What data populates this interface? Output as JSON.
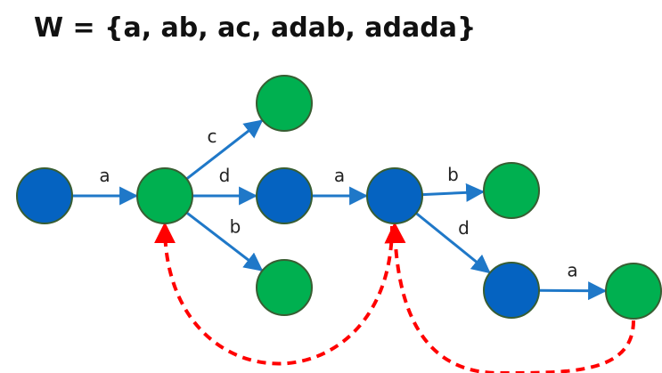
{
  "title": "W = {a, ab, ac, adab, adada}",
  "colors": {
    "blue_node": "#0563c1",
    "green_node": "#00b050",
    "node_border": "#385d32",
    "edge": "#1f78c8",
    "failure_link": "#ff0000"
  },
  "nodes": [
    {
      "id": "root",
      "type": "blue"
    },
    {
      "id": "a",
      "type": "green"
    },
    {
      "id": "ac",
      "type": "green"
    },
    {
      "id": "ad",
      "type": "blue"
    },
    {
      "id": "ab",
      "type": "green"
    },
    {
      "id": "ada",
      "type": "blue"
    },
    {
      "id": "adab",
      "type": "green"
    },
    {
      "id": "adad",
      "type": "blue"
    },
    {
      "id": "adada",
      "type": "green"
    }
  ],
  "edges": [
    {
      "from": "root",
      "to": "a",
      "label": "a"
    },
    {
      "from": "a",
      "to": "ac",
      "label": "c"
    },
    {
      "from": "a",
      "to": "ad",
      "label": "d"
    },
    {
      "from": "a",
      "to": "ab",
      "label": "b"
    },
    {
      "from": "ad",
      "to": "ada",
      "label": "a"
    },
    {
      "from": "ada",
      "to": "adab",
      "label": "b"
    },
    {
      "from": "ada",
      "to": "adad",
      "label": "d"
    },
    {
      "from": "adad",
      "to": "adada",
      "label": "a"
    }
  ],
  "failure_links": [
    {
      "from": "ada",
      "to": "a"
    },
    {
      "from": "adada",
      "to": "ada"
    }
  ]
}
